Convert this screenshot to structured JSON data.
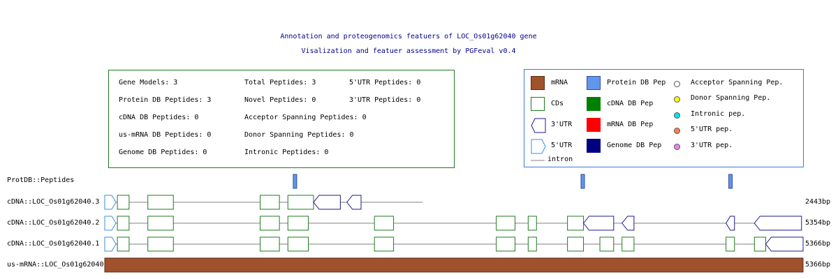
{
  "title_line1": "Annotation and proteogenomics featuers of LOC_Os01g62040 gene",
  "title_line2": "Visalization and featuer assessment by PGFeval v0.4",
  "stats": {
    "gene_models": "Gene Models: 3",
    "protein_db": "Protein DB Peptides: 3",
    "cdna_db": "cDNA DB Peptides: 0",
    "usmrna_db": "us-mRNA DB Peptides: 0",
    "genome_db": "Genome DB Peptides: 0",
    "total": "Total Peptides: 3",
    "novel": "Novel Peptides: 0",
    "acceptor": "Acceptor Spanning Peptides: 0",
    "donor": "Donor Spanning Peptides: 0",
    "intronic": "Intronic Peptides: 0",
    "utr5": "5'UTR Peptides: 0",
    "utr3": "3'UTR Peptides: 0"
  },
  "legend": {
    "mrna": "mRNA",
    "cds": "CDs",
    "utr3": "3'UTR",
    "utr5": "5'UTR",
    "intron": "intron",
    "protein_db_pep": "Protein DB Pep",
    "cdna_db_pep": "cDNA DB Pep",
    "mrna_db_pep": "mRNA DB Pep",
    "genome_db_pep": "Genome DB Pep",
    "acceptor_pep": "Acceptor Spanning Pep.",
    "donor_pep": "Donor Spanning Pep.",
    "intronic_pep": "Intronic pep.",
    "utr5_pep": "5'UTR pep.",
    "utr3_pep": "3'UTR pep."
  },
  "colors": {
    "mrna": "#a0522d",
    "cds": "#1e7a1e",
    "utr": "#1a1a8c",
    "utr5": "#3a8fd8",
    "protein_db": "#6495ed",
    "cdna_db": "#008000",
    "mrna_db": "#ff0000",
    "genome_db": "#000080",
    "acceptor": "#ffffff",
    "donor": "#ffff00",
    "intronic": "#00e5ee",
    "utr5_pep": "#ff7f50",
    "utr3_pep": "#ee82ee",
    "intron_line": "#c0c0c0",
    "box_stats": "#1e7a1e",
    "box_legend": "#3a7bd5"
  },
  "tracks": [
    {
      "label": "ProtDB::Peptides",
      "length": "",
      "type": "peptides",
      "features": [
        {
          "kind": "pep",
          "start": 1449,
          "end": 1462
        },
        {
          "kind": "pep",
          "start": 3660,
          "end": 3684
        },
        {
          "kind": "pep",
          "start": 4795,
          "end": 4814
        }
      ]
    },
    {
      "label": "cDNA::LOC_Os01g62040.3",
      "length": "2443bp",
      "type": "transcript",
      "span": [
        1,
        2443
      ],
      "features": [
        {
          "kind": "utr5",
          "start": 1,
          "end": 87
        },
        {
          "kind": "cds",
          "start": 98,
          "end": 188
        },
        {
          "kind": "cds",
          "start": 332,
          "end": 528
        },
        {
          "kind": "cds",
          "start": 1195,
          "end": 1343
        },
        {
          "kind": "cds",
          "start": 1408,
          "end": 1605
        },
        {
          "kind": "utr3",
          "start": 1605,
          "end": 1811
        },
        {
          "kind": "utr3",
          "start": 1861,
          "end": 1970
        },
        {
          "kind": "ends",
          "start": 1970,
          "end": 2443
        }
      ]
    },
    {
      "label": "cDNA::LOC_Os01g62040.2",
      "length": "5354bp",
      "type": "transcript",
      "span": [
        1,
        5354
      ],
      "features": [
        {
          "kind": "utr5",
          "start": 1,
          "end": 87
        },
        {
          "kind": "cds",
          "start": 98,
          "end": 188
        },
        {
          "kind": "cds",
          "start": 332,
          "end": 528
        },
        {
          "kind": "cds",
          "start": 1195,
          "end": 1343
        },
        {
          "kind": "cds",
          "start": 1408,
          "end": 1565
        },
        {
          "kind": "cds",
          "start": 2073,
          "end": 2220
        },
        {
          "kind": "cds",
          "start": 3009,
          "end": 3153
        },
        {
          "kind": "cds",
          "start": 3254,
          "end": 3318
        },
        {
          "kind": "cds",
          "start": 3556,
          "end": 3679
        },
        {
          "kind": "utr3",
          "start": 3679,
          "end": 3911
        },
        {
          "kind": "utr3",
          "start": 3975,
          "end": 4067
        },
        {
          "kind": "utr3",
          "start": 4774,
          "end": 4839
        },
        {
          "kind": "utr3",
          "start": 4992,
          "end": 5354
        }
      ]
    },
    {
      "label": "cDNA::LOC_Os01g62040.1",
      "length": "5366bp",
      "type": "transcript",
      "span": [
        1,
        5366
      ],
      "features": [
        {
          "kind": "utr5",
          "start": 1,
          "end": 87
        },
        {
          "kind": "cds",
          "start": 98,
          "end": 188
        },
        {
          "kind": "cds",
          "start": 332,
          "end": 528
        },
        {
          "kind": "cds",
          "start": 1195,
          "end": 1343
        },
        {
          "kind": "cds",
          "start": 1408,
          "end": 1565
        },
        {
          "kind": "cds",
          "start": 2073,
          "end": 2220
        },
        {
          "kind": "cds",
          "start": 3009,
          "end": 3153
        },
        {
          "kind": "cds",
          "start": 3254,
          "end": 3318
        },
        {
          "kind": "cds",
          "start": 3556,
          "end": 3679
        },
        {
          "kind": "cds",
          "start": 3805,
          "end": 3911
        },
        {
          "kind": "cds",
          "start": 3975,
          "end": 4067
        },
        {
          "kind": "cds",
          "start": 4774,
          "end": 4839
        },
        {
          "kind": "cds",
          "start": 4992,
          "end": 5079
        },
        {
          "kind": "utr3",
          "start": 5079,
          "end": 5366
        }
      ]
    },
    {
      "label": "us-mRNA::LOC_Os01g62040",
      "length": "5366bp",
      "type": "mrna",
      "span": [
        1,
        5366
      ],
      "features": [
        {
          "kind": "mrna",
          "start": 1,
          "end": 5366
        }
      ]
    }
  ]
}
